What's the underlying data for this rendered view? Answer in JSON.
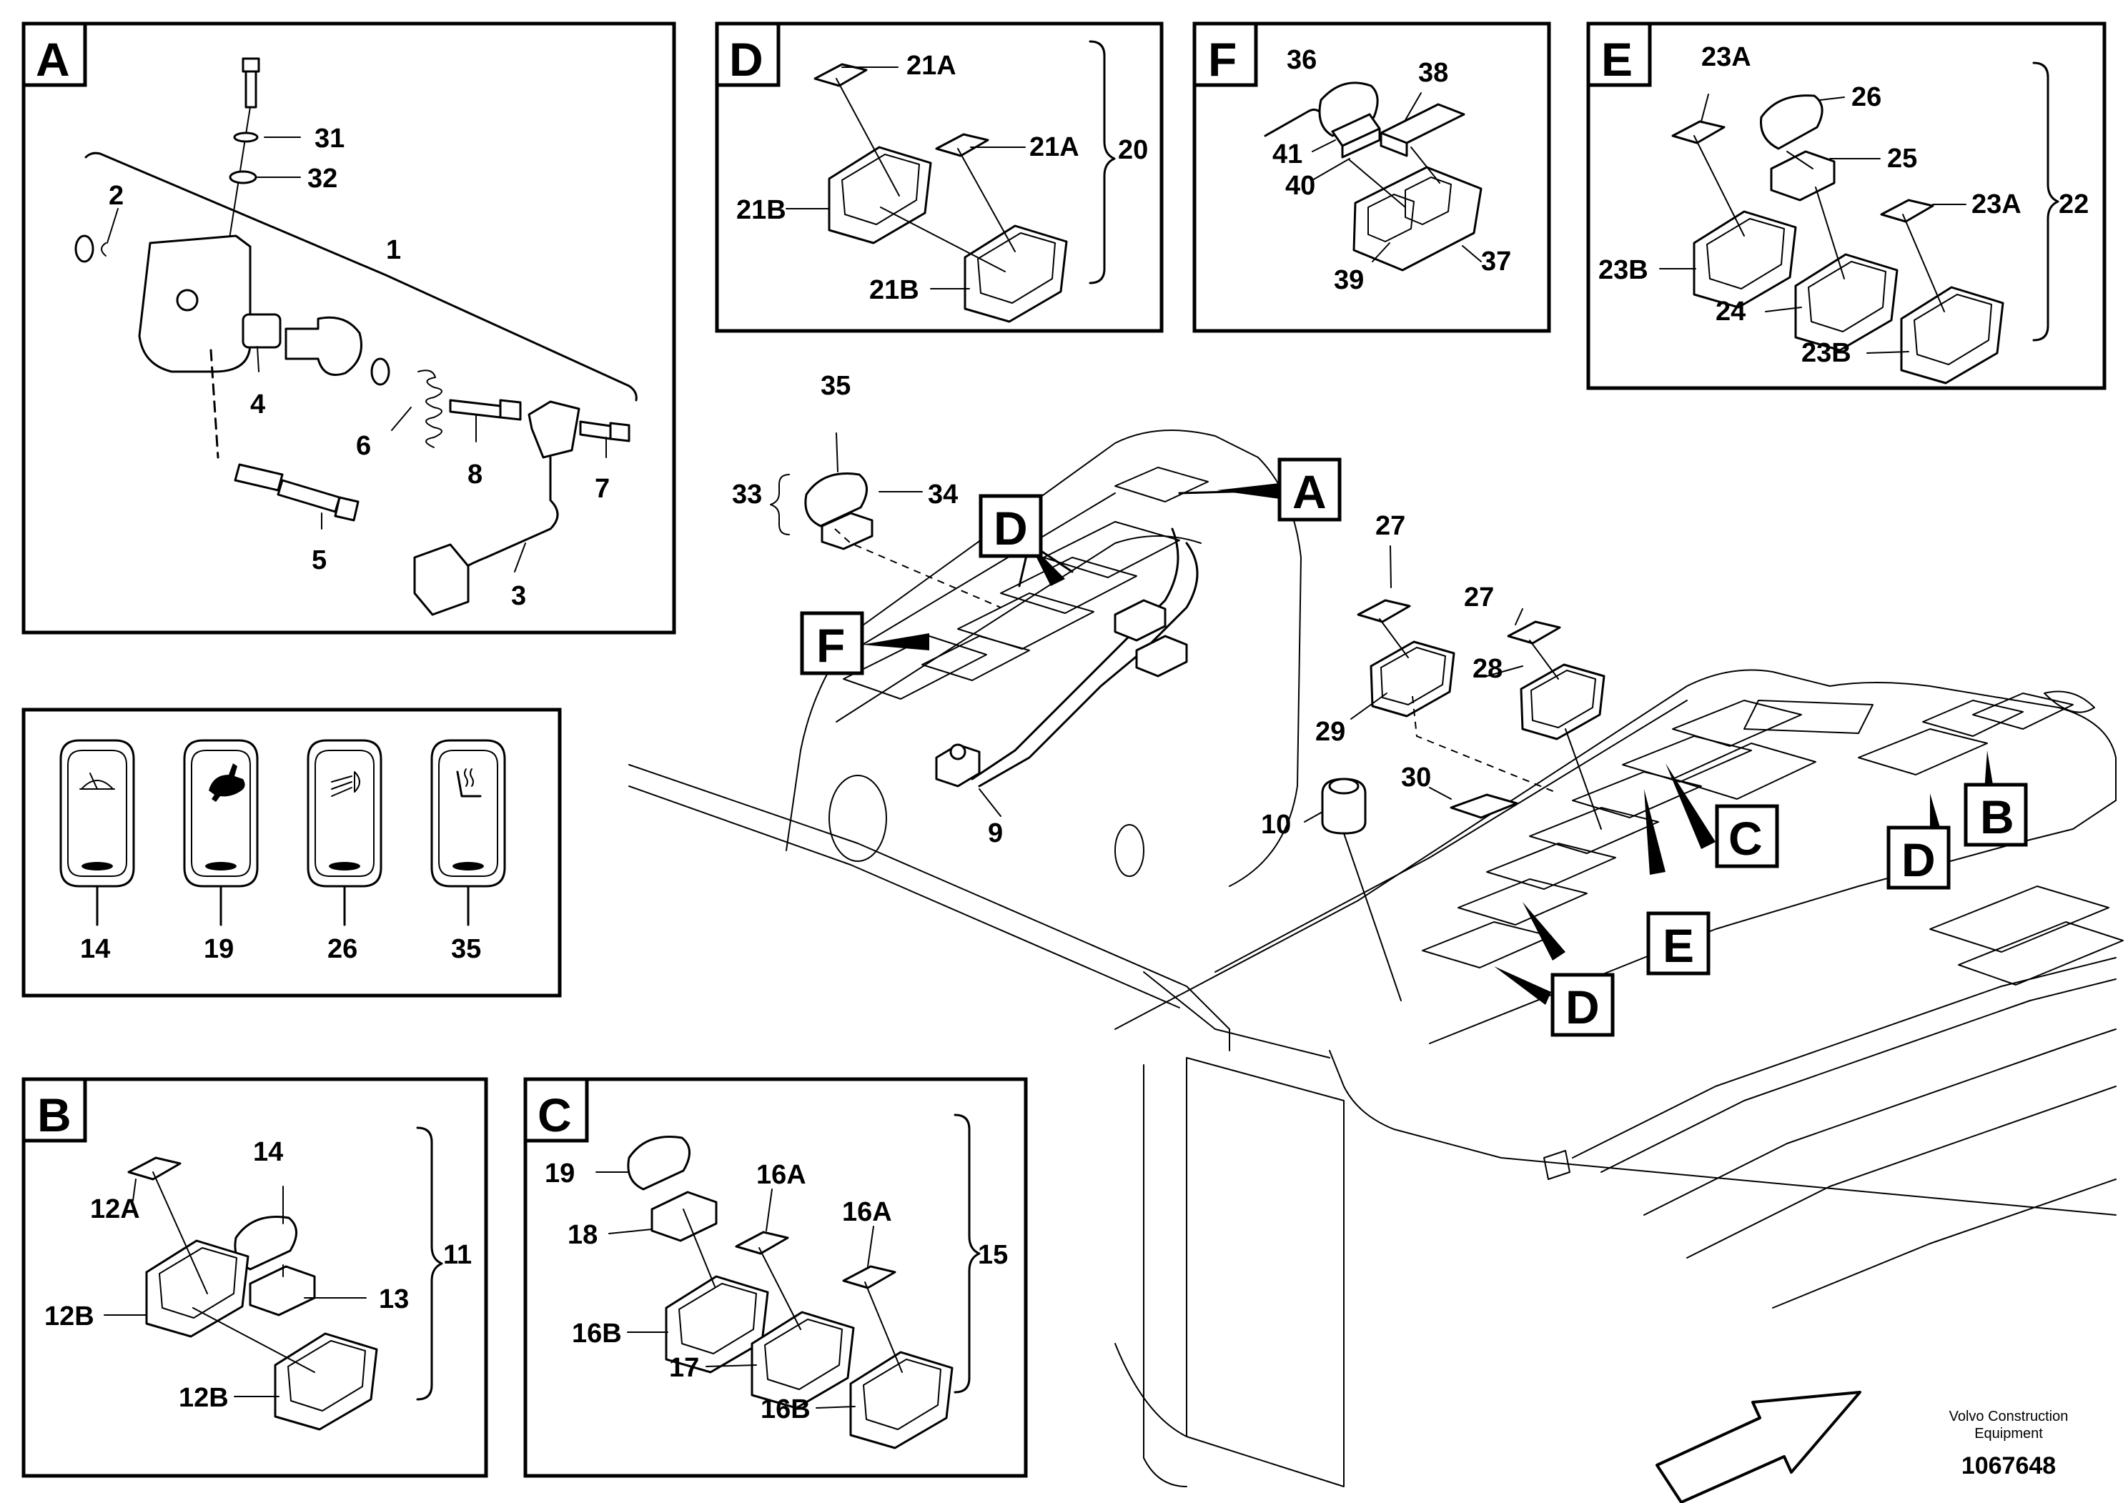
{
  "panels": {
    "A": {
      "letter": "A",
      "labels": [
        "31",
        "32",
        "2",
        "1",
        "4",
        "6",
        "8",
        "7",
        "5",
        "3"
      ]
    },
    "D": {
      "letter": "D",
      "labels": [
        "21A",
        "21A",
        "20",
        "21B",
        "21B"
      ]
    },
    "F": {
      "letter": "F",
      "labels": [
        "36",
        "38",
        "41",
        "40",
        "39",
        "37"
      ]
    },
    "E": {
      "letter": "E",
      "labels": [
        "23A",
        "26",
        "25",
        "23A",
        "22",
        "23B",
        "24",
        "23B"
      ]
    },
    "switches": {
      "labels": [
        "14",
        "19",
        "26",
        "35"
      ],
      "icons": [
        "wiper-icon",
        "turtle-rabbit-icon",
        "work-light-icon",
        "seat-heater-icon"
      ]
    },
    "B": {
      "letter": "B",
      "labels": [
        "14",
        "12A",
        "13",
        "11",
        "12B",
        "12B"
      ]
    },
    "C": {
      "letter": "C",
      "labels": [
        "19",
        "16A",
        "18",
        "16A",
        "15",
        "16B",
        "17",
        "16B"
      ]
    }
  },
  "main": {
    "callout_tags": [
      "A",
      "D",
      "F",
      "C",
      "E",
      "D",
      "B",
      "D"
    ],
    "labels": [
      "35",
      "33",
      "34",
      "27",
      "27",
      "28",
      "29",
      "9",
      "30",
      "10"
    ]
  },
  "footer": {
    "brand_line1": "Volvo Construction",
    "brand_line2": "Equipment",
    "drawing_number": "1067648"
  }
}
